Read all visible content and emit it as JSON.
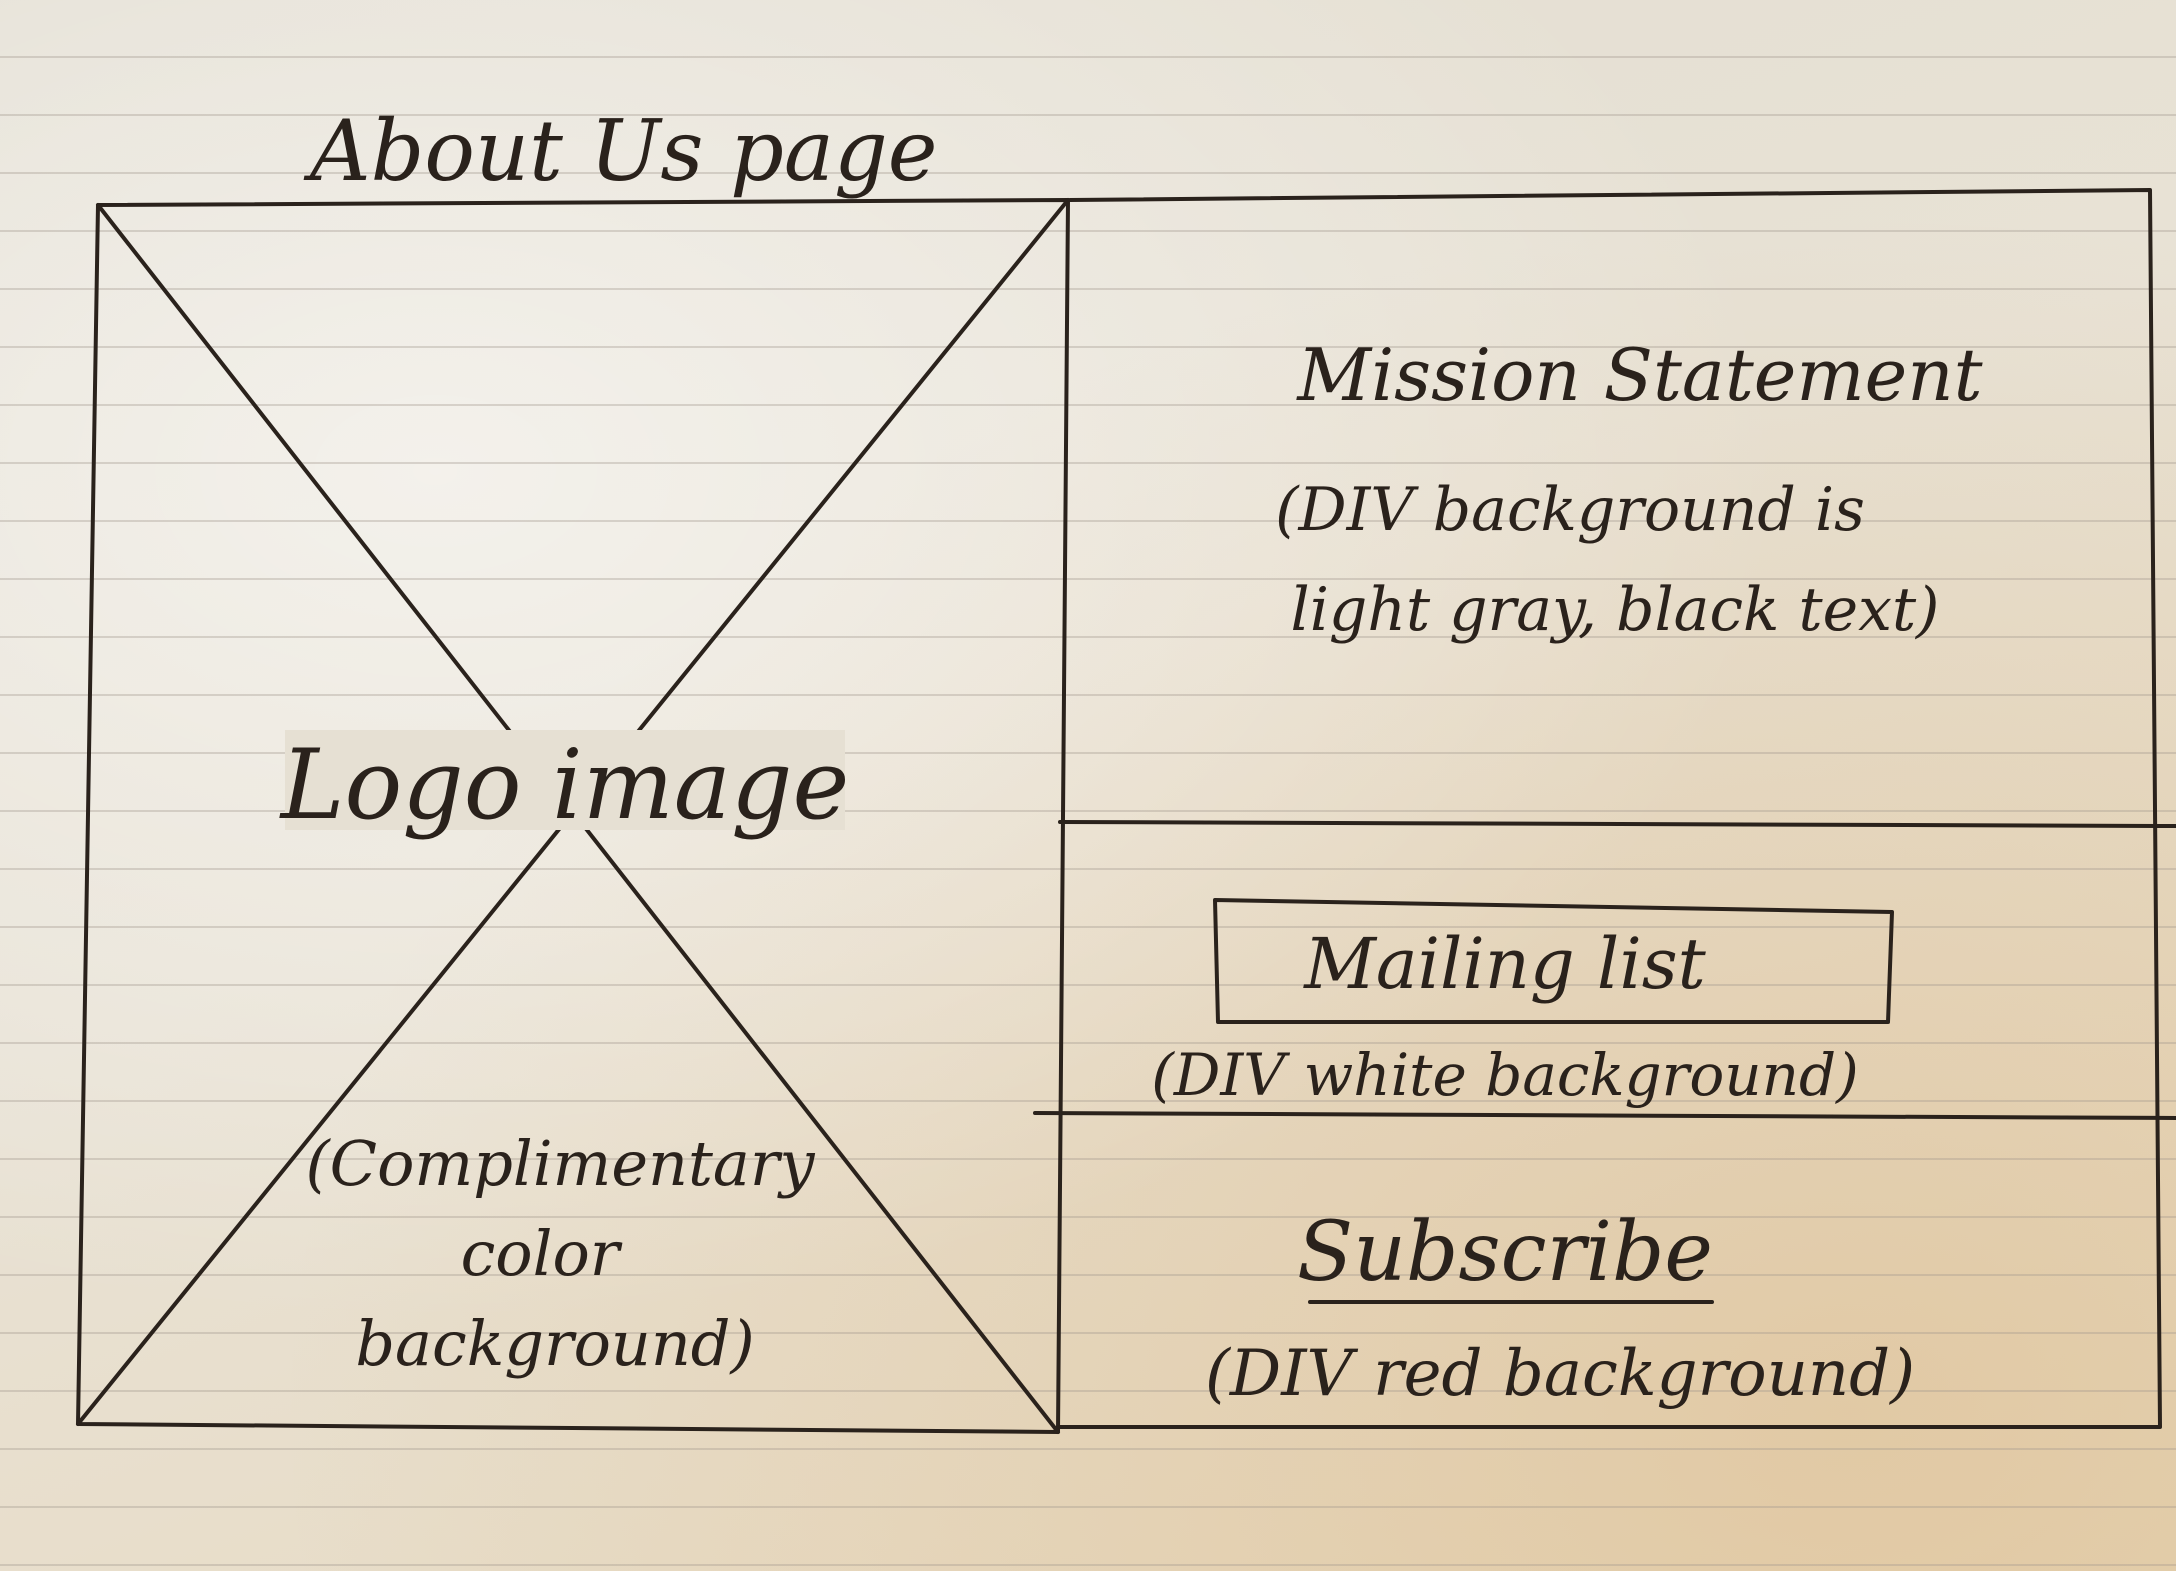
{
  "page_title": "About Us page",
  "left_panel": {
    "label": "Logo image",
    "note_line1": "(Complimentary",
    "note_line2": "color",
    "note_line3": "background)"
  },
  "right_panel": {
    "mission": {
      "title": "Mission Statement",
      "note_line1": "(DIV background is",
      "note_line2": "light gray, black text)"
    },
    "mailing": {
      "button_label": "Mailing list",
      "note": "(DIV white background)"
    },
    "subscribe": {
      "title": "Subscribe",
      "note": "(DIV red background)"
    }
  }
}
